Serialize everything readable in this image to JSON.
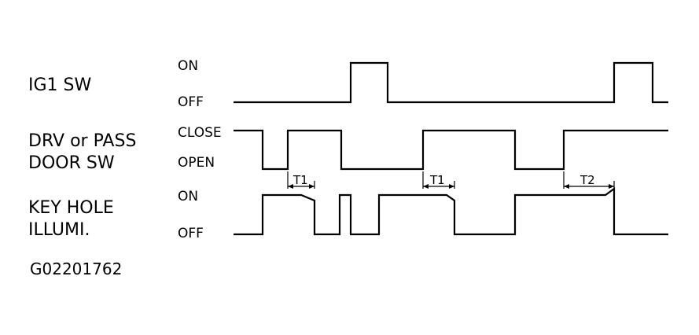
{
  "signals": [
    {
      "name_lines": [
        "IG1 SW"
      ],
      "states": {
        "high": "ON",
        "low": "OFF"
      }
    },
    {
      "name_lines": [
        "DRV or PASS",
        "DOOR SW"
      ],
      "states": {
        "high": "CLOSE",
        "low": "OPEN"
      }
    },
    {
      "name_lines": [
        "KEY HOLE",
        "ILLUMI."
      ],
      "states": {
        "high": "ON",
        "low": "OFF"
      }
    }
  ],
  "timing_labels": [
    "T1",
    "T1",
    "T2"
  ],
  "figure_code": "G02201762"
}
